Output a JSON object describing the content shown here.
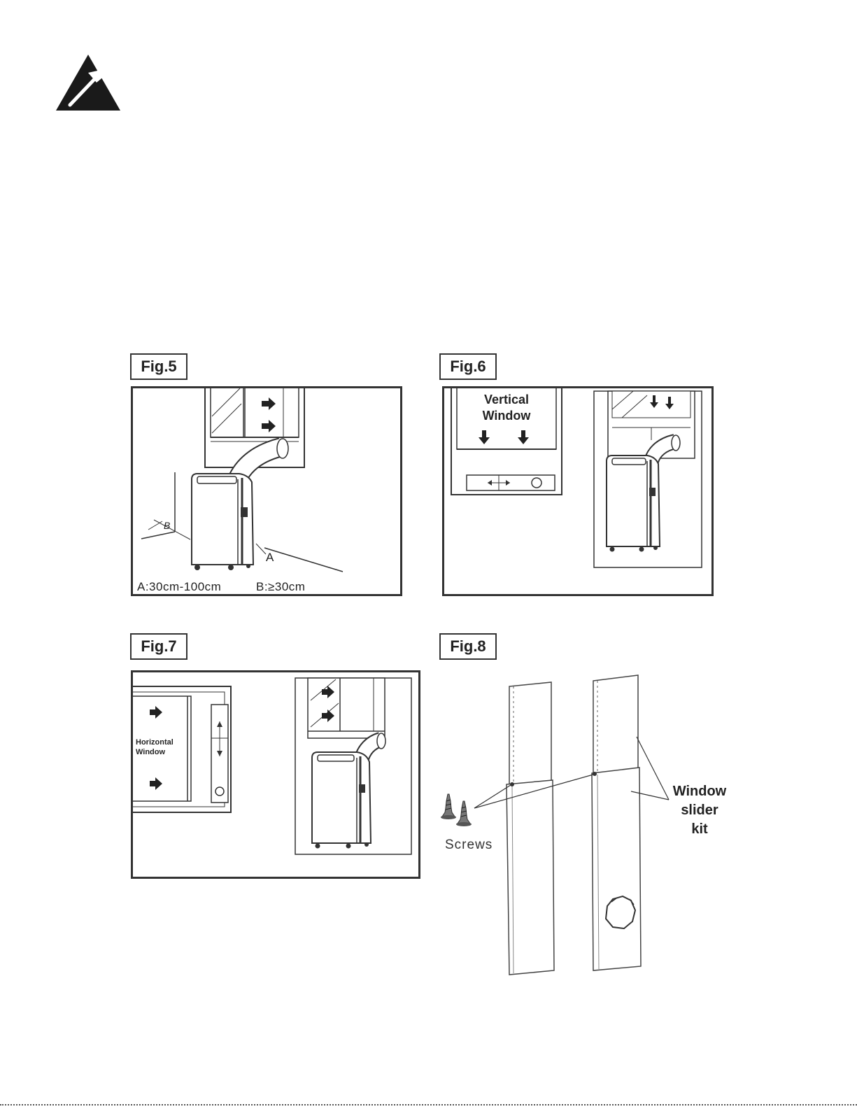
{
  "header": {
    "icon": "hammer-warning-icon"
  },
  "figures": {
    "fig5": {
      "label": "Fig.5",
      "dim_a_letter": "A",
      "dim_b_letter": "B",
      "caption_a": "A:30cm-100cm",
      "caption_b": "B:≥30cm"
    },
    "fig6": {
      "label": "Fig.6",
      "window_line1": "Vertical",
      "window_line2": "Window"
    },
    "fig7": {
      "label": "Fig.7",
      "window_line1": "Horizontal",
      "window_line2": "Window"
    },
    "fig8": {
      "label": "Fig.8",
      "screws_label": "Screws",
      "kit_line1": "Window",
      "kit_line2": "slider",
      "kit_line3": "kit"
    }
  },
  "colors": {
    "ink": "#222222",
    "frame": "#333333",
    "unit_fill": "#ffffff",
    "panel_shade": "#f4f4f4"
  }
}
